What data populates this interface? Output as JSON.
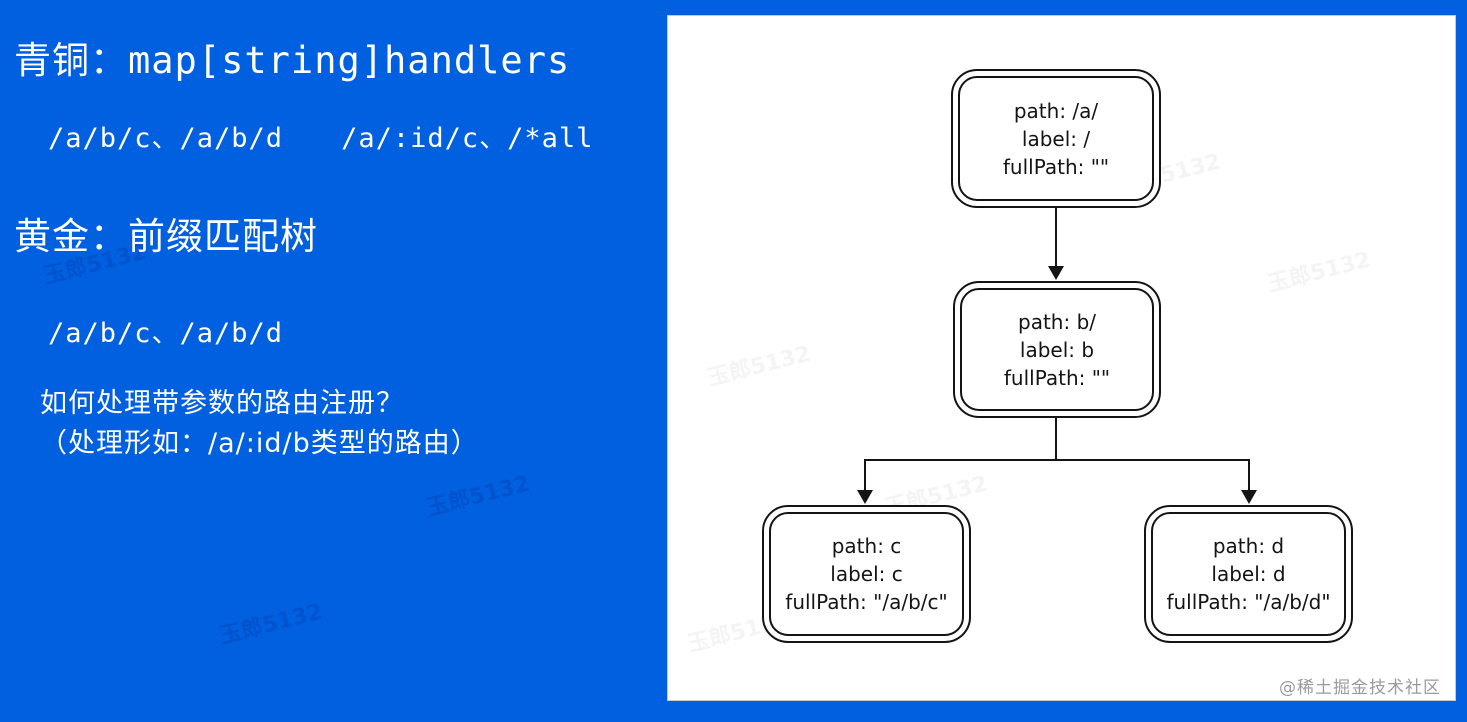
{
  "page": {
    "background_color": "#0060e0",
    "panel_color": "#ffffff",
    "watermark_text": "玉郎5132",
    "credit": "@稀土掘金技术社区"
  },
  "left": {
    "title_bronze": "青铜：map[string]handlers",
    "bronze_routes_a": "/a/b/c、/a/b/d",
    "bronze_routes_b": "/a/:id/c、/*all",
    "title_gold": "黄金：前缀匹配树",
    "gold_routes": "/a/b/c、/a/b/d",
    "question_line1": "如何处理带参数的路由注册？",
    "question_line2": "（处理形如：/a/:id/b类型的路由）"
  },
  "diagram": {
    "type": "tree",
    "nodes": [
      {
        "id": "root",
        "lines": [
          "path: /a/",
          "label: /",
          "fullPath: \"\""
        ]
      },
      {
        "id": "b",
        "lines": [
          "path: b/",
          "label: b",
          "fullPath: \"\""
        ]
      },
      {
        "id": "c",
        "lines": [
          "path: c",
          "label: c",
          "fullPath: \"/a/b/c\""
        ]
      },
      {
        "id": "d",
        "lines": [
          "path: d",
          "label: d",
          "fullPath: \"/a/b/d\""
        ]
      }
    ],
    "edges": [
      {
        "from": "root",
        "to": "b"
      },
      {
        "from": "b",
        "to": "c"
      },
      {
        "from": "b",
        "to": "d"
      }
    ]
  }
}
